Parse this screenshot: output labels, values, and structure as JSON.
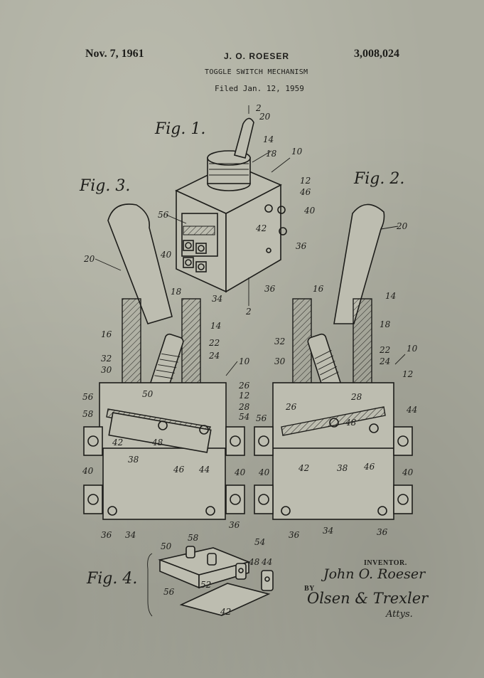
{
  "header": {
    "date": "Nov. 7, 1961",
    "inventor_name": "J. O. ROESER",
    "patent_number": "3,008,024",
    "title": "TOGGLE SWITCH MECHANISM",
    "filed": "Filed Jan. 12, 1959"
  },
  "figures": {
    "fig1": "Fig. 1.",
    "fig2": "Fig. 2.",
    "fig3": "Fig. 3.",
    "fig4": "Fig. 4."
  },
  "reference_numerals": {
    "fig1": [
      "2",
      "20",
      "14",
      "18",
      "10",
      "12",
      "46",
      "40",
      "56",
      "42",
      "40",
      "36",
      "34",
      "36",
      "2"
    ],
    "fig3": [
      "20",
      "18",
      "16",
      "14",
      "22",
      "24",
      "32",
      "30",
      "10",
      "26",
      "12",
      "28",
      "56",
      "50",
      "58",
      "54",
      "42",
      "48",
      "38",
      "46",
      "44",
      "40",
      "40",
      "36",
      "34",
      "36"
    ],
    "fig2": [
      "20",
      "16",
      "14",
      "18",
      "22",
      "24",
      "10",
      "12",
      "32",
      "30",
      "26",
      "28",
      "56",
      "48",
      "44",
      "42",
      "38",
      "46",
      "40",
      "40",
      "36",
      "34",
      "36"
    ],
    "fig4": [
      "50",
      "58",
      "54",
      "48",
      "44",
      "56",
      "52",
      "42"
    ]
  },
  "signature_block": {
    "inventor_label": "INVENTOR.",
    "inventor_signature": "John O. Roeser",
    "by_label": "BY",
    "attorney_signature": "Olsen & Trexler",
    "attys": "Attys."
  }
}
